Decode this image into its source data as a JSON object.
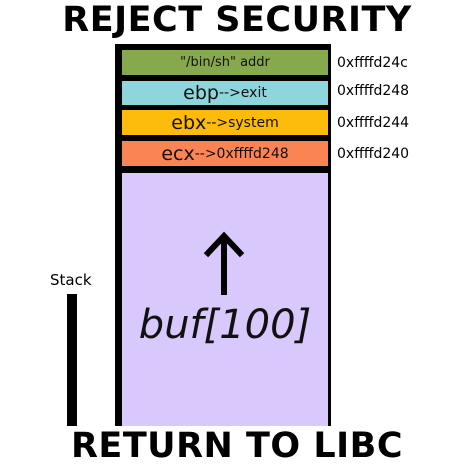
{
  "header": {
    "title": "REJECT SECURITY"
  },
  "footer": {
    "title": "RETURN TO LIBC"
  },
  "stack": {
    "label": "Stack",
    "cells": [
      {
        "text": "\"/bin/sh\" addr",
        "reg": "",
        "suffix": "",
        "color": "#86a94e",
        "address": "0xffffd24c"
      },
      {
        "text": "",
        "reg": "ebp",
        "suffix": "-->exit",
        "color": "#8ed5dc",
        "address": "0xffffd248"
      },
      {
        "text": "",
        "reg": "ebx",
        "suffix": "-->system",
        "color": "#fcba0a",
        "address": "0xffffd244"
      },
      {
        "text": "",
        "reg": "ecx",
        "suffix": "-->0xffffd248",
        "color": "#fb8454",
        "address": "0xffffd240"
      }
    ],
    "buffer": {
      "label": "buf[100]",
      "color": "#d9c8fb",
      "arrow_icon": "up-arrow-icon"
    },
    "frame_color": "#000000"
  }
}
